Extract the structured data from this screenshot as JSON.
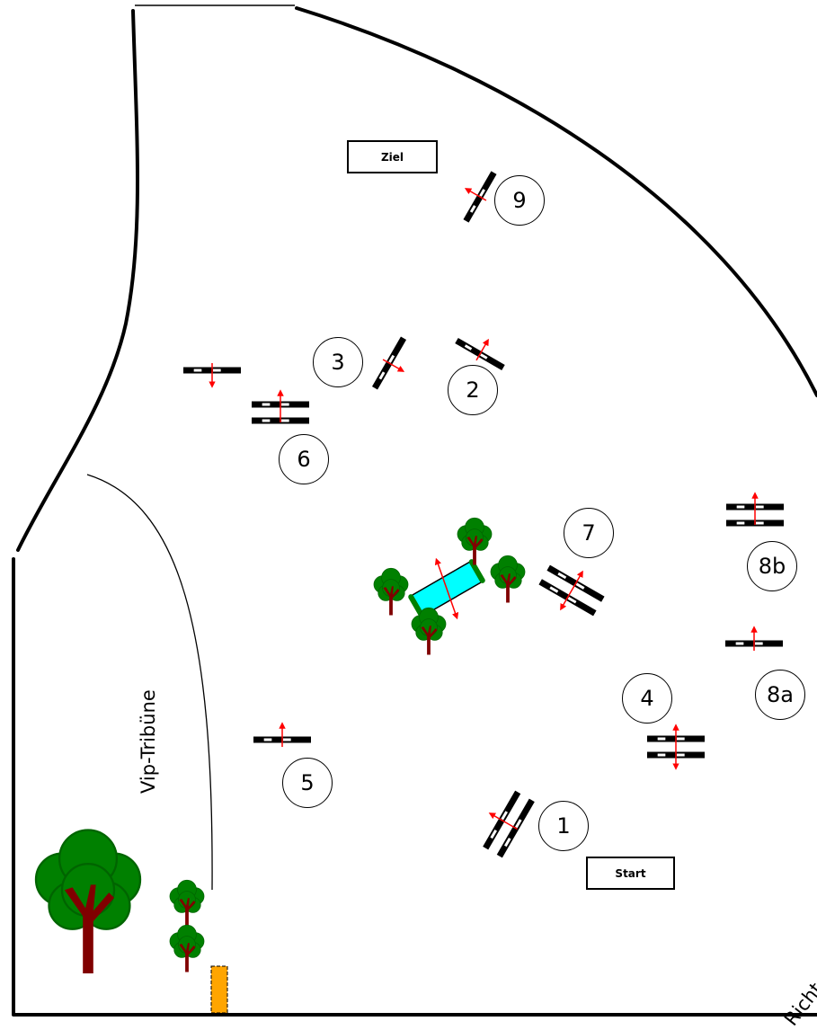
{
  "labels": {
    "ziel": "Ziel",
    "start": "Start",
    "tribune": "Vip-Tribüne",
    "richter": "Richte"
  },
  "obstacles": {
    "o1": "1",
    "o2": "2",
    "o3": "3",
    "o4": "4",
    "o5": "5",
    "o6": "6",
    "o7": "7",
    "o8a": "8a",
    "o8b": "8b",
    "o9": "9"
  },
  "colors": {
    "arrow": "#ff0000",
    "tree": "#008000",
    "trunk": "#800000",
    "water": "#00ffff",
    "marker": "#ffa500"
  }
}
